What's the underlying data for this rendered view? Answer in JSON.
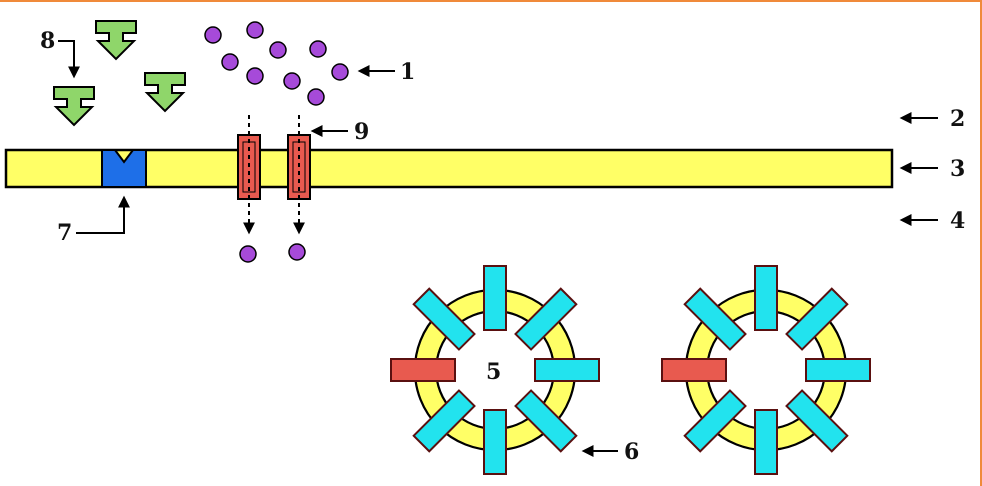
{
  "labels": {
    "l1": "1",
    "l2": "2",
    "l3": "3",
    "l4": "4",
    "l5": "5",
    "l6": "6",
    "l7": "7",
    "l8": "8",
    "l9": "9"
  },
  "colors": {
    "membrane": "#ffff66",
    "receptor": "#1e6fe8",
    "channel": "#e85a4f",
    "ligand": "#8fd66a",
    "molecule": "#a64ad9",
    "protein": "#22e3ee",
    "outline": "#000000",
    "frame": "#f08a3a"
  }
}
